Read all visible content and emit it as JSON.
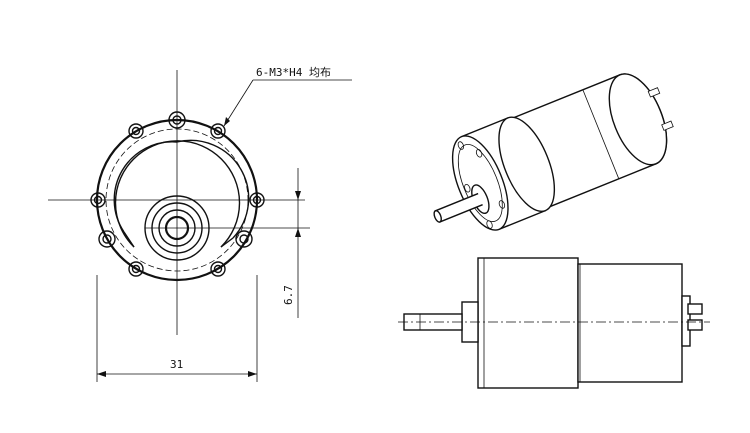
{
  "drawing": {
    "hole_callout": "6-M3*H4 均布",
    "dim_offset": "6.7",
    "dim_diameter": "31"
  },
  "colors": {
    "line": "#111111",
    "background": "#ffffff"
  }
}
